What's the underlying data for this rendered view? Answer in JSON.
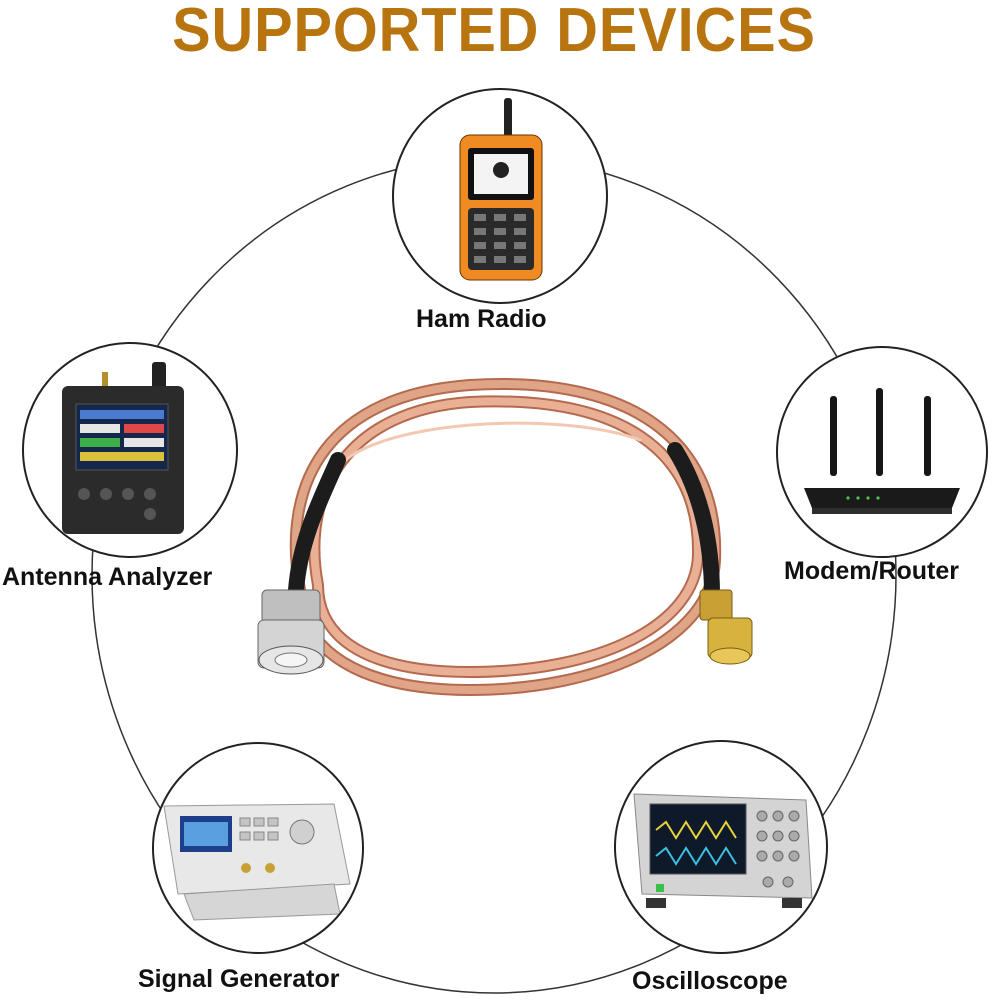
{
  "title": "SUPPORTED DEVICES",
  "colors": {
    "title": "#b8740f",
    "cable": "#e0a487",
    "cable_shadow": "#b46a4f",
    "ring": "#333333",
    "circle_border": "#222222"
  },
  "devices": [
    {
      "label": "Ham Radio",
      "icon": "ham-radio-icon"
    },
    {
      "label": "Antenna Analyzer",
      "icon": "antenna-analyzer-icon"
    },
    {
      "label": "Modem/Router",
      "icon": "router-icon"
    },
    {
      "label": "Signal Generator",
      "icon": "signal-generator-icon"
    },
    {
      "label": "Oscilloscope",
      "icon": "oscilloscope-icon"
    }
  ],
  "product": {
    "icon": "coaxial-cable-icon"
  }
}
